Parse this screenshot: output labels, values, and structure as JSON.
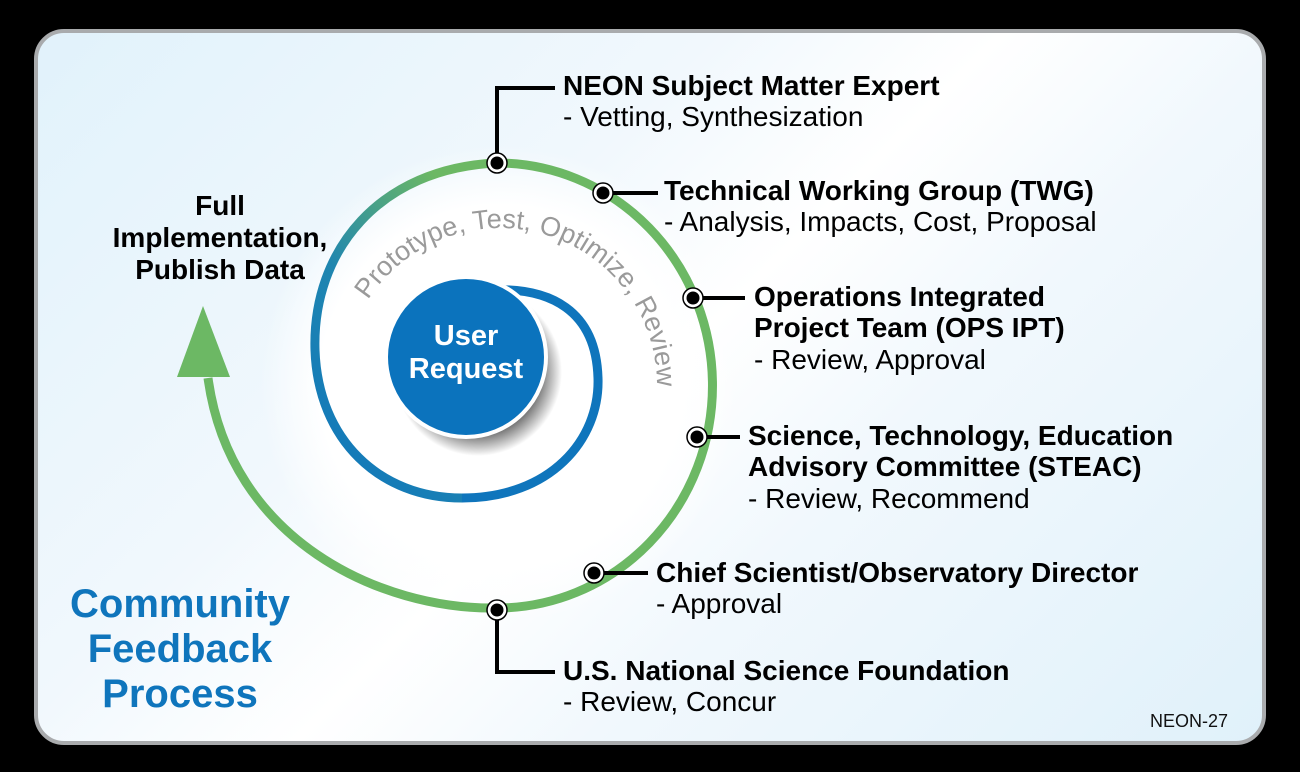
{
  "title": "Community Feedback Process",
  "title_lines": [
    "Community",
    "Feedback",
    "Process"
  ],
  "center": {
    "line1": "User",
    "line2": "Request"
  },
  "inner_arc_text": "Prototype, Test, Optimize, Review",
  "outcome": {
    "line1": "Full",
    "line2": "Implementation,",
    "line3": "Publish Data"
  },
  "figure_code": "NEON-27",
  "colors": {
    "blue": "#0f75bc",
    "green": "#6cb864",
    "panel_border": "#a9abad",
    "panel_bg": "#e1f2fb",
    "arc_text": "#9a9a9a"
  },
  "steps": [
    {
      "title": "NEON Subject Matter Expert",
      "detail": "- Vetting, Synthesization"
    },
    {
      "title": "Technical Working Group (TWG)",
      "detail": "- Analysis, Impacts, Cost, Proposal"
    },
    {
      "title_line1": "Operations Integrated",
      "title_line2": "Project Team (OPS IPT)",
      "detail": "- Review, Approval"
    },
    {
      "title_line1": "Science, Technology, Education",
      "title_line2": "Advisory Committee (STEAC)",
      "detail": "- Review, Recommend"
    },
    {
      "title": "Chief Scientist/Observatory Director",
      "detail": "- Approval"
    },
    {
      "title": "U.S. National Science Foundation",
      "detail": "- Review, Concur"
    }
  ]
}
